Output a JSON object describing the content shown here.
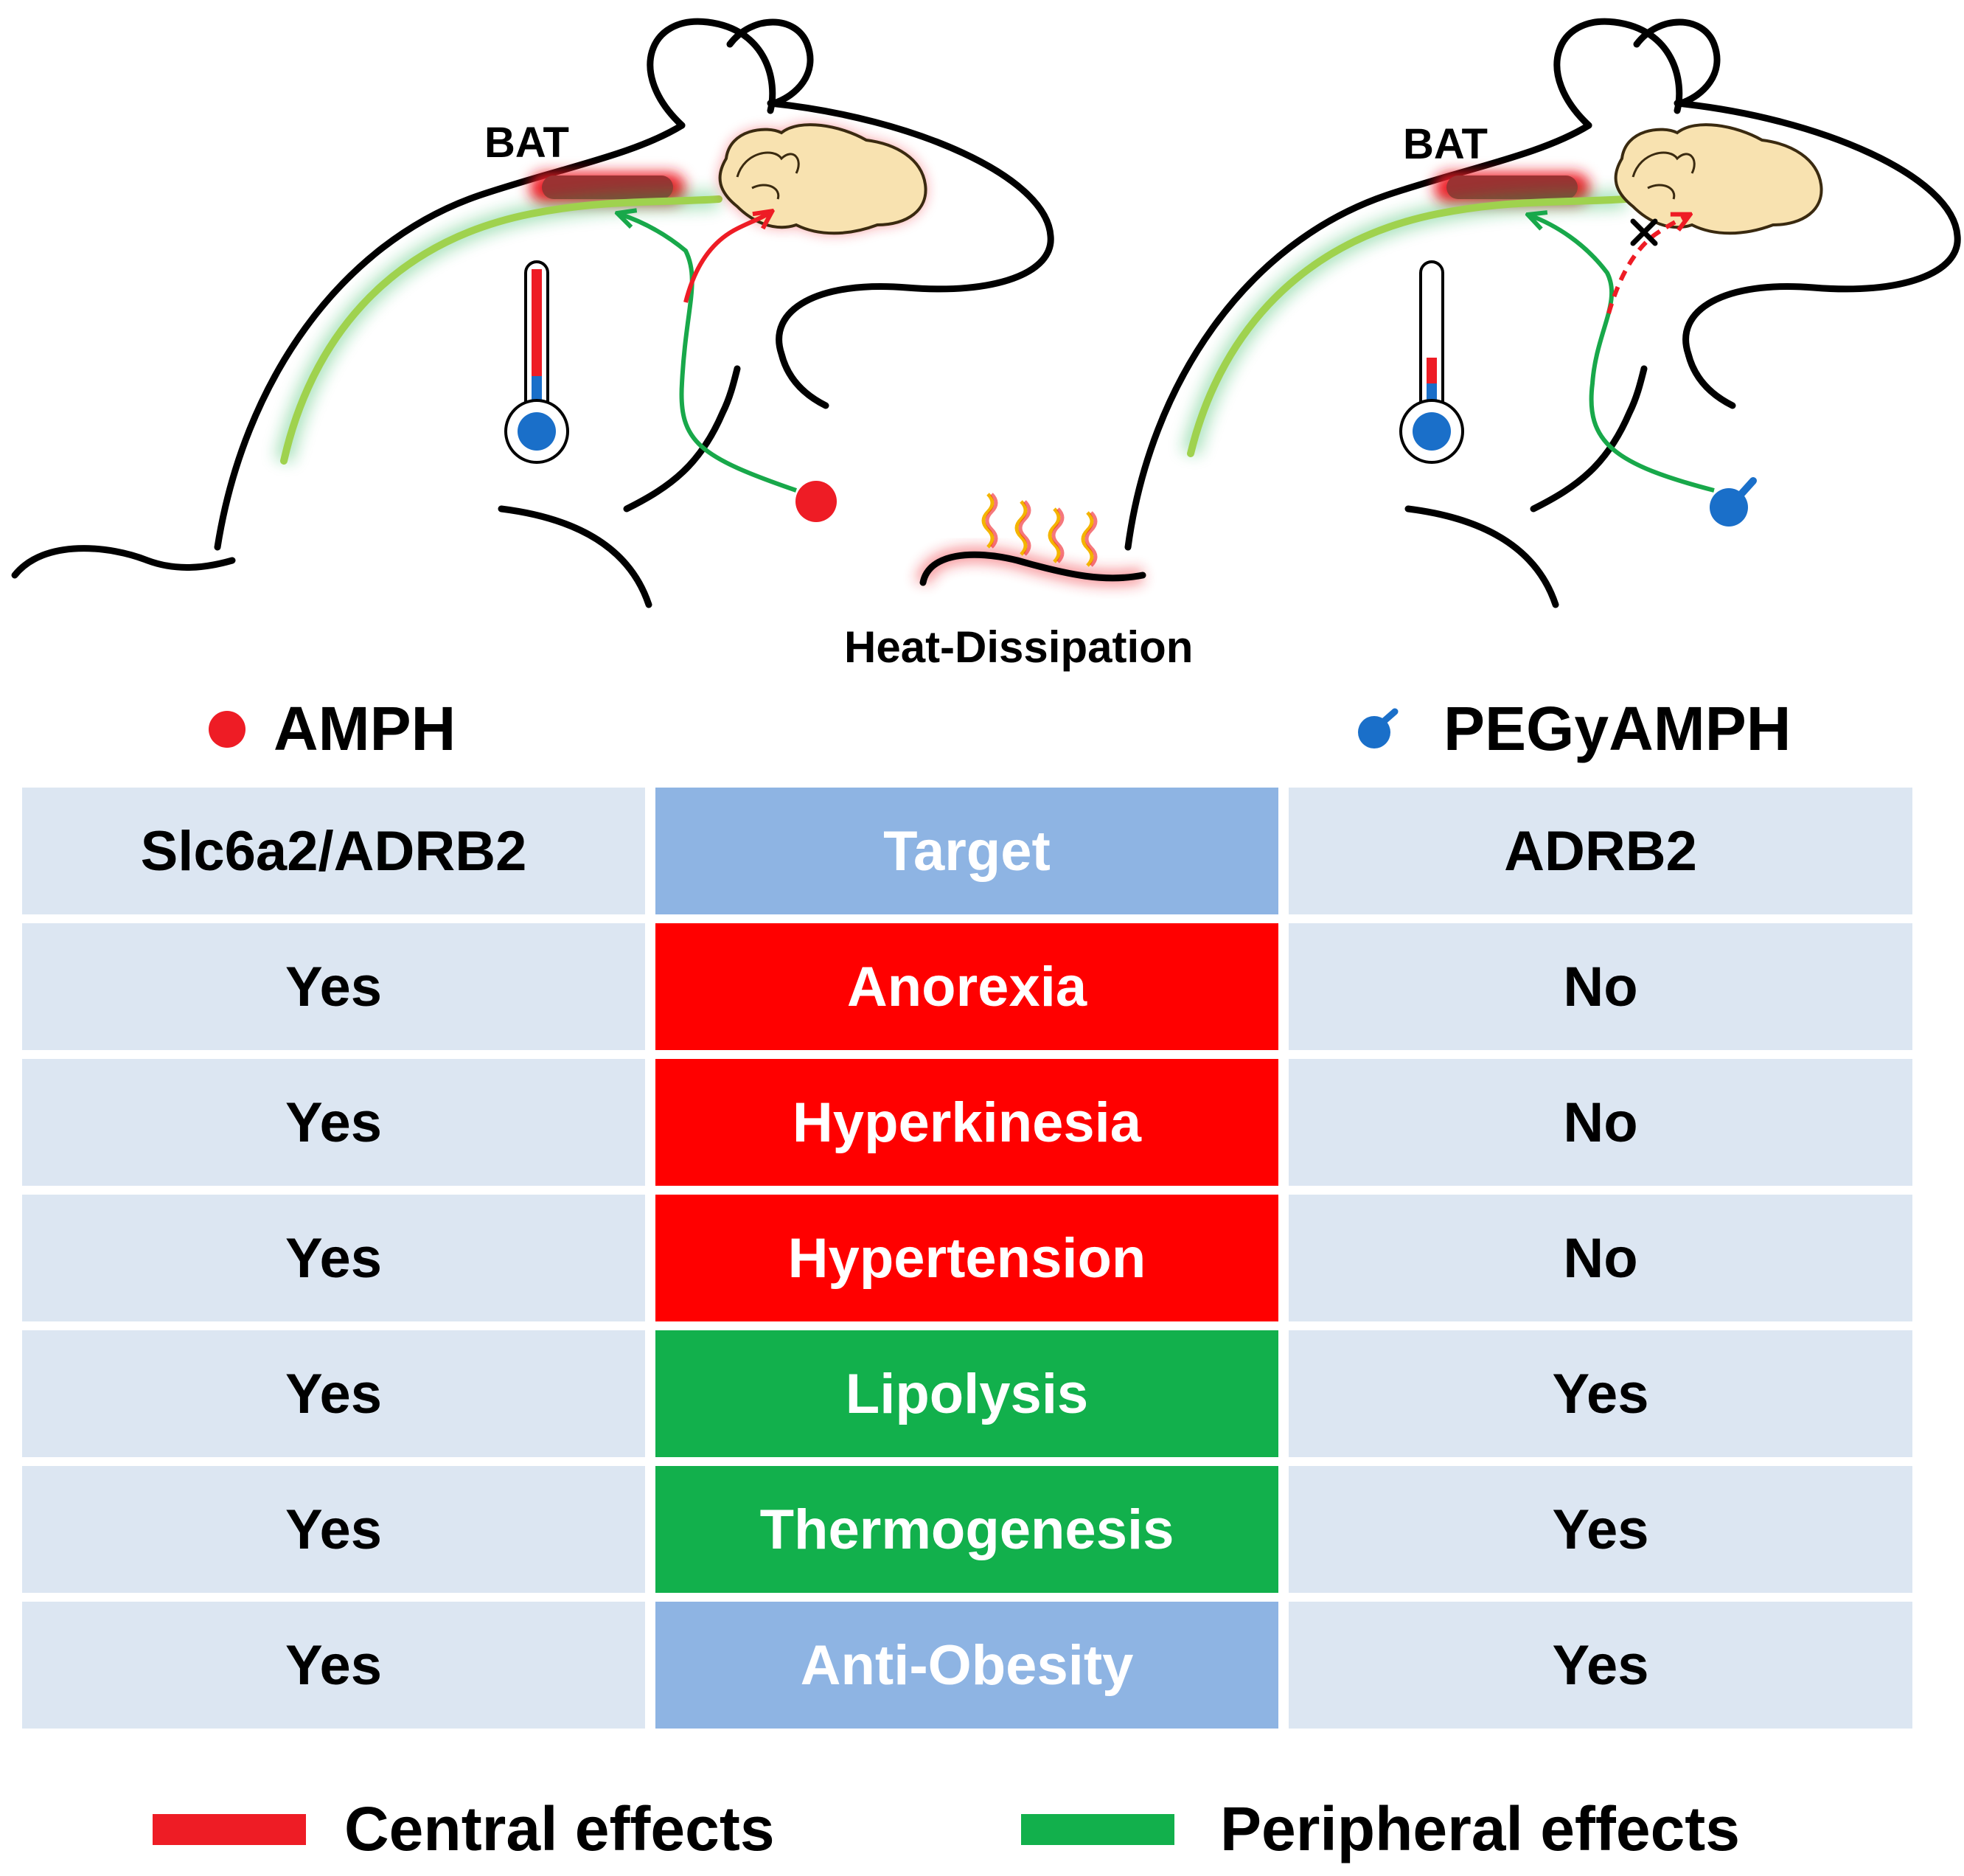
{
  "labels": {
    "bat_left": "BAT",
    "bat_right": "BAT",
    "heat_dissipation": "Heat-Dissipation"
  },
  "drugs": {
    "left": {
      "name": "AMPH",
      "color": "#ee1c25"
    },
    "right": {
      "name": "PEGyAMPH",
      "color": "#1a6fc9"
    }
  },
  "table": {
    "header": {
      "left": "Slc6a2/ADRB2",
      "mid": "Target",
      "right": "ADRB2"
    },
    "rows": [
      {
        "left": "Yes",
        "mid": "Anorexia",
        "right": "No",
        "color": "#ff0000"
      },
      {
        "left": "Yes",
        "mid": "Hyperkinesia",
        "right": "No",
        "color": "#ff0000"
      },
      {
        "left": "Yes",
        "mid": "Hypertension",
        "right": "No",
        "color": "#ff0000"
      },
      {
        "left": "Yes",
        "mid": "Lipolysis",
        "right": "Yes",
        "color": "#12b04c"
      },
      {
        "left": "Yes",
        "mid": "Thermogenesis",
        "right": "Yes",
        "color": "#12b04c"
      },
      {
        "left": "Yes",
        "mid": "Anti-Obesity",
        "right": "Yes",
        "color": "#8eb4e3"
      }
    ],
    "cell_bg": "#dce6f2",
    "header_mid_color": "#8eb4e3"
  },
  "legend": {
    "central": {
      "label": "Central effects",
      "color": "#ee1c25"
    },
    "peripheral": {
      "label": "Peripheral effects",
      "color": "#12b04c"
    }
  }
}
